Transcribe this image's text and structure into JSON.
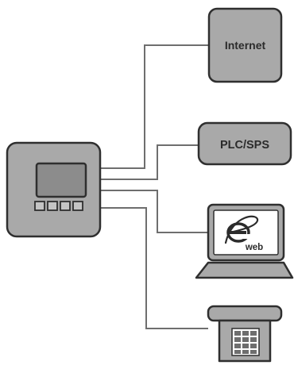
{
  "diagram": {
    "nodes": {
      "device": {
        "name": "measuring-device",
        "buttons": 4
      },
      "internet": {
        "label": "Internet"
      },
      "plc": {
        "label": "PLC/SPS"
      },
      "laptop": {
        "label": "web"
      },
      "phone": {}
    },
    "edges": [
      {
        "from": "device",
        "to": "internet"
      },
      {
        "from": "device",
        "to": "plc"
      },
      {
        "from": "device",
        "to": "laptop"
      },
      {
        "from": "device",
        "to": "phone"
      }
    ],
    "colors": {
      "fill": "#a9a9a9",
      "fill_light": "#c4c4c4",
      "stroke": "#2f2f2f",
      "line": "#6e6e6e",
      "screen": "#8c8c8c"
    }
  }
}
